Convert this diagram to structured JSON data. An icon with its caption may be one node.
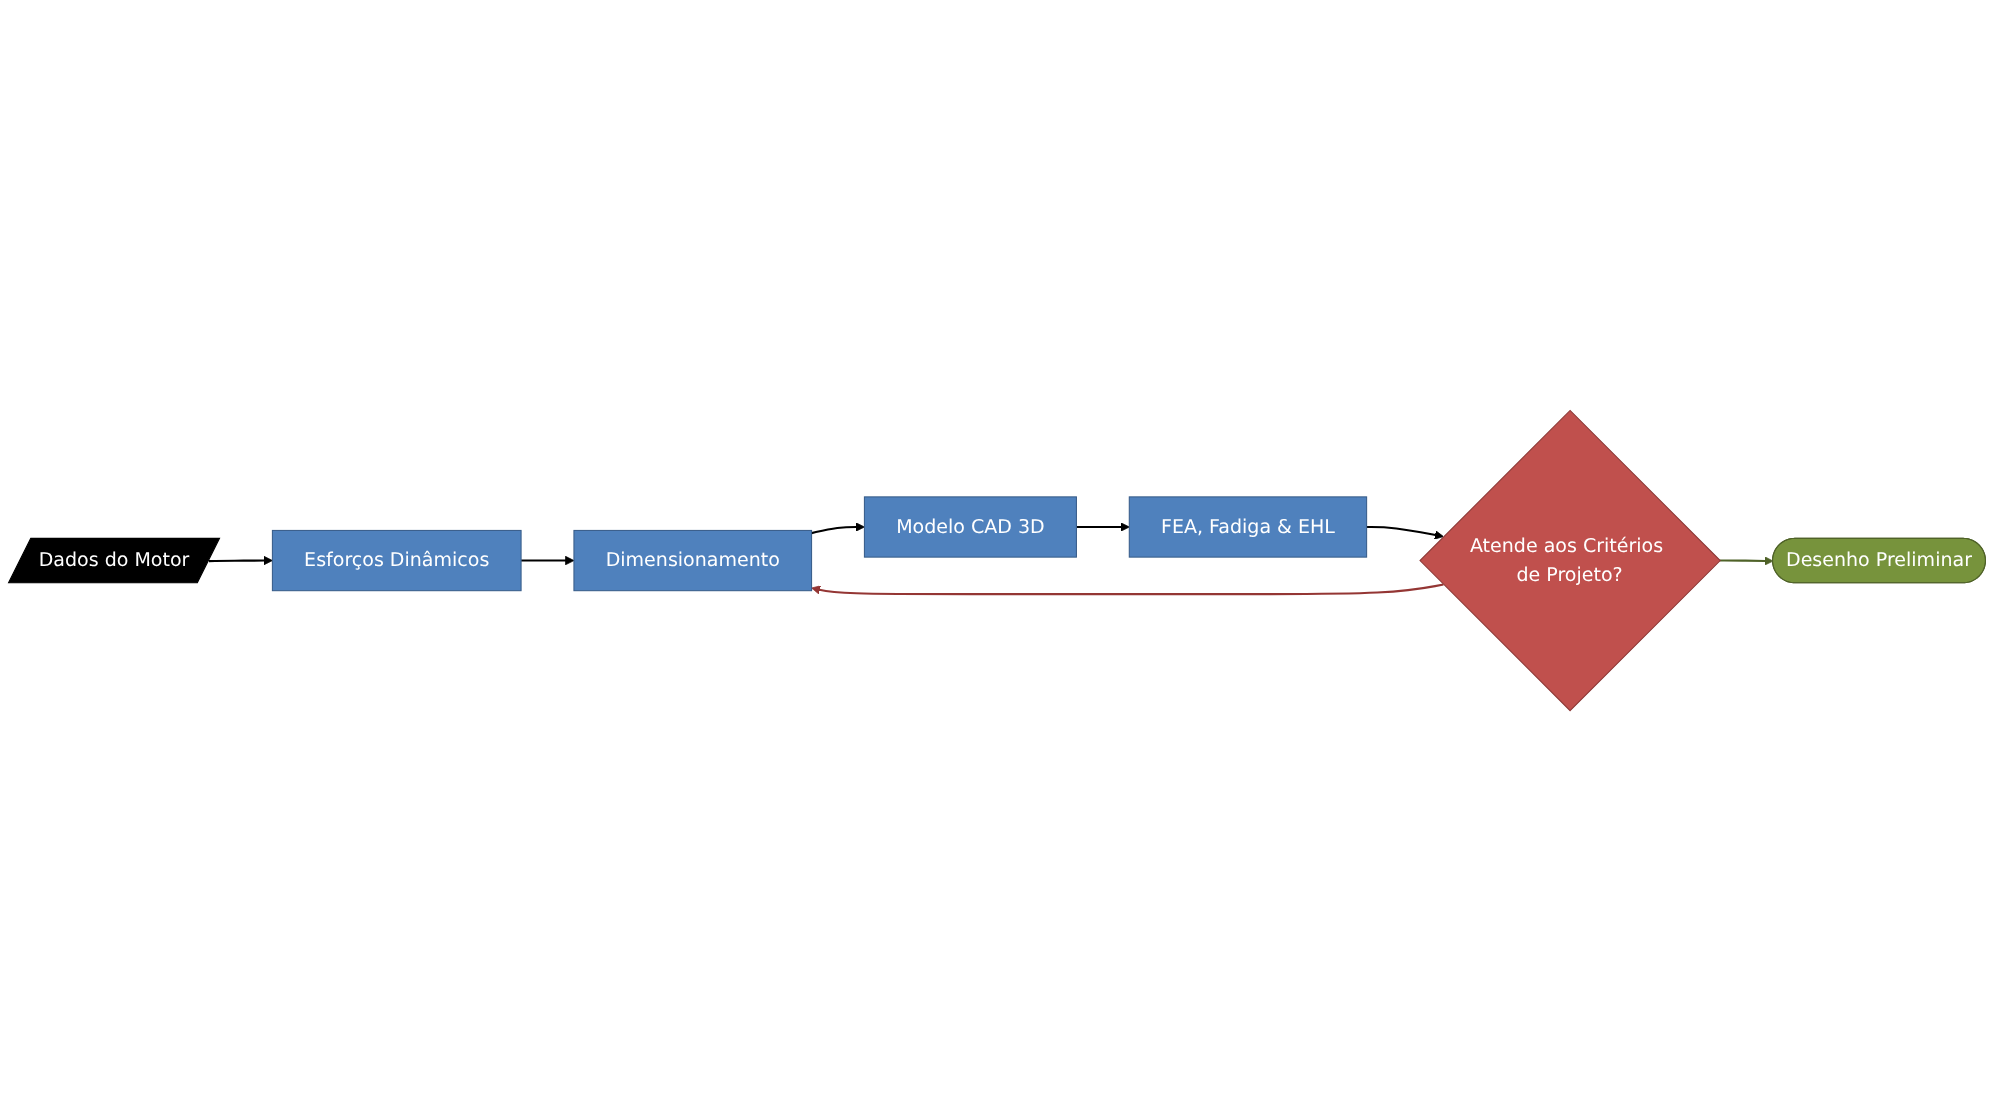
{
  "diagram": {
    "nodes": [
      {
        "text": [
          "Dados do Motor"
        ]
      },
      {
        "text": [
          "Esforços Dinâmicos"
        ]
      },
      {
        "text": [
          "Dimensionamento"
        ]
      },
      {
        "text": [
          "Modelo CAD 3D"
        ]
      },
      {
        "text": [
          "FEA, Fadiga & EHL"
        ]
      },
      {
        "text": [
          "Atende aos Critérios de Projeto?"
        ]
      },
      {
        "text": [
          "Desenho Preliminar"
        ]
      }
    ],
    "edges": [
      {
        "from": 0,
        "to": 1,
        "arrow": "to"
      },
      {
        "from": 1,
        "to": 2,
        "arrow": "to"
      },
      {
        "from": 2,
        "to": 3,
        "arrow": "to"
      },
      {
        "from": 3,
        "to": 4,
        "arrow": "to"
      },
      {
        "from": 4,
        "to": 5,
        "arrow": "to"
      },
      {
        "from": 5,
        "to": 6,
        "arrow": "to",
        "color": "#4f6228"
      },
      {
        "from": 5,
        "to": 2,
        "arrow": "to",
        "color": "#943634"
      }
    ]
  }
}
